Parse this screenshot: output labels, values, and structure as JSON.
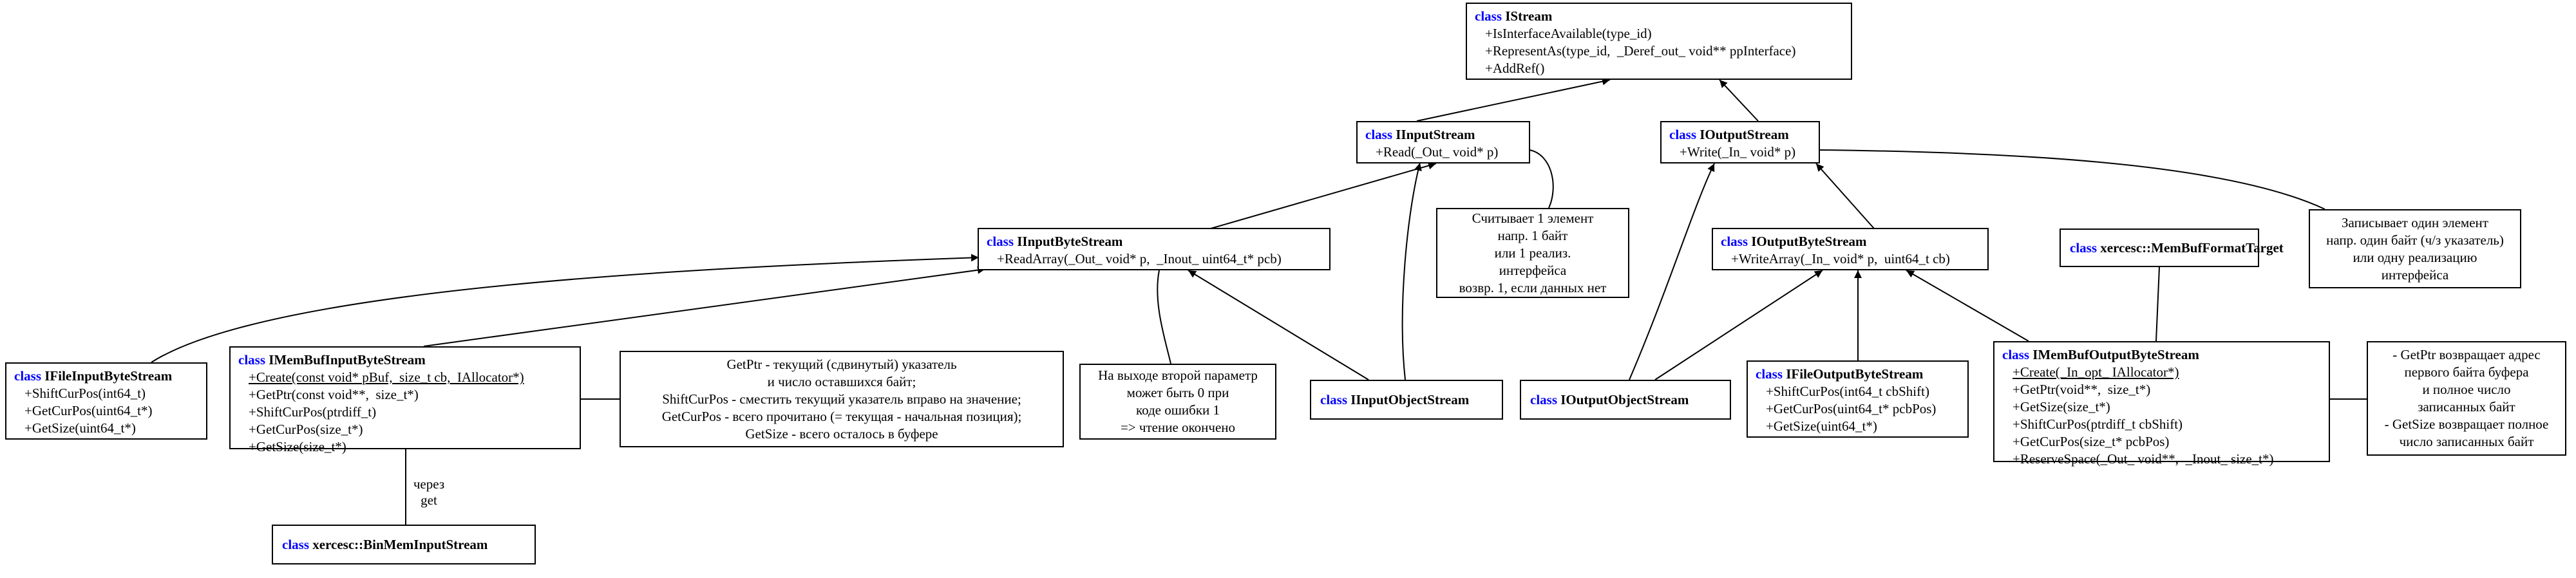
{
  "classes": {
    "istream": {
      "kw": "class",
      "name": "IStream",
      "members": [
        "+IsInterfaceAvailable(type_id)",
        "+RepresentAs(type_id,  _Deref_out_ void** ppInterface)",
        "+AddRef()"
      ]
    },
    "iinputstream": {
      "kw": "class",
      "name": "IInputStream",
      "members": [
        "+Read(_Out_ void* p)"
      ]
    },
    "ioutputstream": {
      "kw": "class",
      "name": "IOutputStream",
      "members": [
        "+Write(_In_ void* p)"
      ]
    },
    "iinputbytestream": {
      "kw": "class",
      "name": "IInputByteStream",
      "members": [
        "+ReadArray(_Out_ void* p,  _Inout_ uint64_t* pcb)"
      ]
    },
    "ioutputbytestream": {
      "kw": "class",
      "name": "IOutputByteStream",
      "members": [
        "+WriteArray(_In_ void* p,  uint64_t cb)"
      ]
    },
    "ifileinputbytestream": {
      "kw": "class",
      "name": "IFileInputByteStream",
      "members": [
        "+ShiftCurPos(int64_t)",
        "+GetCurPos(uint64_t*)",
        "+GetSize(uint64_t*)"
      ]
    },
    "imembufinputbytestream": {
      "kw": "class",
      "name": "IMemBufInputByteStream",
      "create": "+Create(const void* pBuf,  size_t cb,  IAllocator*)",
      "members": [
        "+GetPtr(const void**,  size_t*)",
        "+ShiftCurPos(ptrdiff_t)",
        "+GetCurPos(size_t*)",
        "+GetSize(size_t*)"
      ]
    },
    "iinputobjectstream": {
      "kw": "class",
      "name": "IInputObjectStream"
    },
    "ioutputobjectstream": {
      "kw": "class",
      "name": "IOutputObjectStream"
    },
    "ifileoutputbytestream": {
      "kw": "class",
      "name": "IFileOutputByteStream",
      "members": [
        "+ShiftCurPos(int64_t cbShift)",
        "+GetCurPos(uint64_t* pcbPos)",
        "+GetSize(uint64_t*)"
      ]
    },
    "membufformattarget": {
      "kw": "class",
      "name": "xercesc::MemBufFormatTarget"
    },
    "imembufoutputbytestream": {
      "kw": "class",
      "name": "IMemBufOutputByteStream",
      "create": "+Create(_In_opt_ IAllocator*)",
      "members": [
        "+GetPtr(void**,  size_t*)",
        "+GetSize(size_t*)",
        "+ShiftCurPos(ptrdiff_t cbShift)",
        "+GetCurPos(size_t* pcbPos)",
        "+ReserveSpace(_Out_ void**,  _Inout_ size_t*)"
      ]
    },
    "binmeminputstream": {
      "kw": "class",
      "name": "xercesc::BinMemInputStream"
    }
  },
  "notes": {
    "read": "Считывает 1 элемент\nнапр. 1 байт\nили 1 реализ.\nинтерфейса\nвозвр. 1, если данных нет",
    "write": "Записывает один элемент\nнапр. один байт (ч/з указатель)\nили одну реализацию\nинтерфейса",
    "readarray": "На выходе второй параметр\nможет быть 0 при\nкоде ошибки 1\n=> чтение окончено",
    "membufin": "GetPtr - текущий (сдвинутый) указатель\nи число оставшихся байт;\nShiftCurPos - сместить текущий указатель вправо на значение;\nGetCurPos - всего прочитано (= текущая - начальная позиция);\nGetSize - всего осталось в буфере",
    "membufout": "- GetPtr возвращает адрес\nпервого байта буфера\nи полное число\nзаписанных байт\n- GetSize возвращает полное\nчисло записанных байт"
  },
  "edge_labels": {
    "via_get": "через\nget"
  }
}
